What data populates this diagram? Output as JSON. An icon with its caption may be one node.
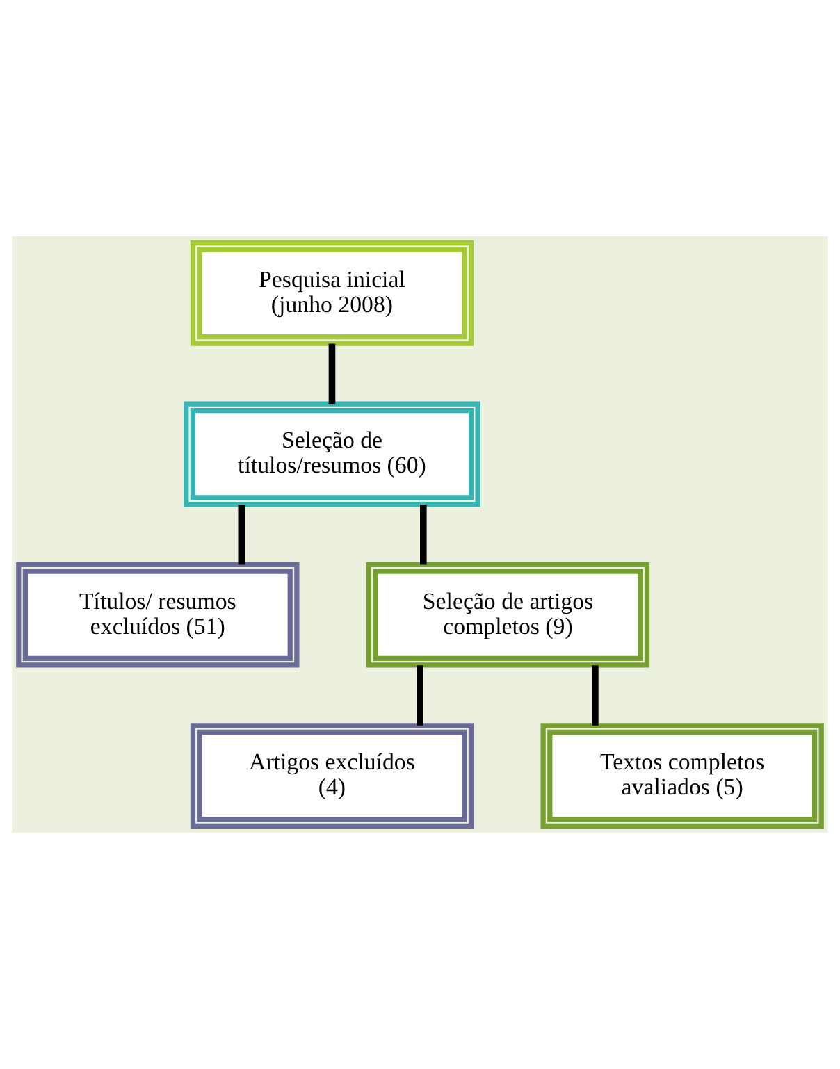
{
  "diagram": {
    "nodes": [
      {
        "text": [
          "Pesquisa inicial (junho 2008)"
        ]
      },
      {
        "text": [
          "Seleção de títulos/resumos (60)"
        ]
      },
      {
        "text": [
          "Títulos/ resumos excluídos (51)"
        ]
      },
      {
        "text": [
          "Seleção de artigos completos (9)"
        ]
      },
      {
        "text": [
          "Artigos excluídos (4)"
        ]
      },
      {
        "text": [
          "Textos completos avaliados (5)"
        ]
      }
    ],
    "edges": [
      {
        "from": 0,
        "to": 1,
        "arrow": "none"
      },
      {
        "from": 1,
        "to": 2,
        "arrow": "none"
      },
      {
        "from": 1,
        "to": 3,
        "arrow": "none"
      },
      {
        "from": 3,
        "to": 4,
        "arrow": "none"
      },
      {
        "from": 3,
        "to": 5,
        "arrow": "none"
      }
    ]
  }
}
